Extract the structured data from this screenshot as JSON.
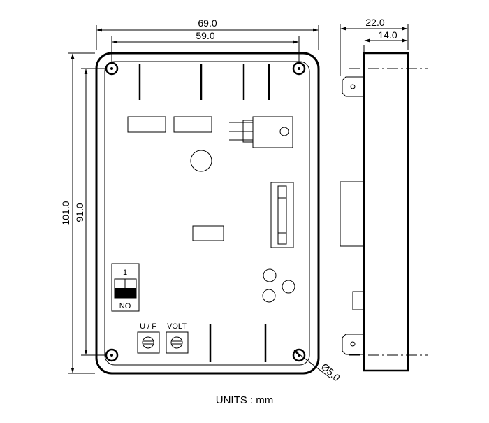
{
  "dimensions": {
    "overall_width": "69.0",
    "hole_spacing_width": "59.0",
    "overall_height": "101.0",
    "hole_spacing_height": "91.0",
    "total_depth": "22.0",
    "body_depth": "14.0",
    "hole_diameter": "Ø5.0"
  },
  "labels": {
    "dip_switch_number": "1",
    "dip_switch_state": "NO",
    "pot_uf": "U / F",
    "pot_volt": "VOLT"
  },
  "units_caption": "UNITS : mm"
}
